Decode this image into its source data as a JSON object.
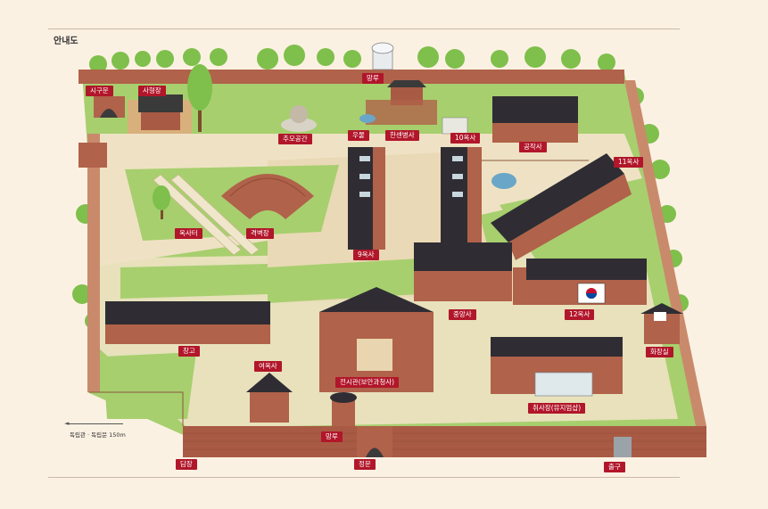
{
  "page_title": "안내도",
  "colors": {
    "label_bg": "#b1162a",
    "wall": "#b0624a",
    "grass": "#a7cf6e",
    "path": "#efe2c4",
    "roof": "#2f2d33"
  },
  "labels": {
    "sigumun": "시구문",
    "sahyeongjang": "사형장",
    "mangru_top": "망루",
    "chumo": "추모공간",
    "umul": "우물",
    "hansenbyeongsa": "한센병사",
    "ok10": "10옥사",
    "gongjaksa": "공작사",
    "ok11": "11옥사",
    "oksateo": "옥사터",
    "gyeokbyeokjang": "격벽장",
    "ok9": "9옥사",
    "jungangsa": "중앙사",
    "ok12": "12옥사",
    "hwajangsil": "화장실",
    "changgo": "창고",
    "yeooksa": "여옥사",
    "jeonsigwan": "전시관(보안과청사)",
    "chwisajang": "취사장(뮤지엄샵)",
    "mangru_bottom": "망루",
    "damjang": "담장",
    "jeongmun": "정문",
    "chulgu": "출구"
  },
  "scale_note": "독립관 · 독립문 150m",
  "icons": [
    "tree-icon",
    "flag-icon",
    "restroom-icon",
    "arrow-left-icon"
  ]
}
